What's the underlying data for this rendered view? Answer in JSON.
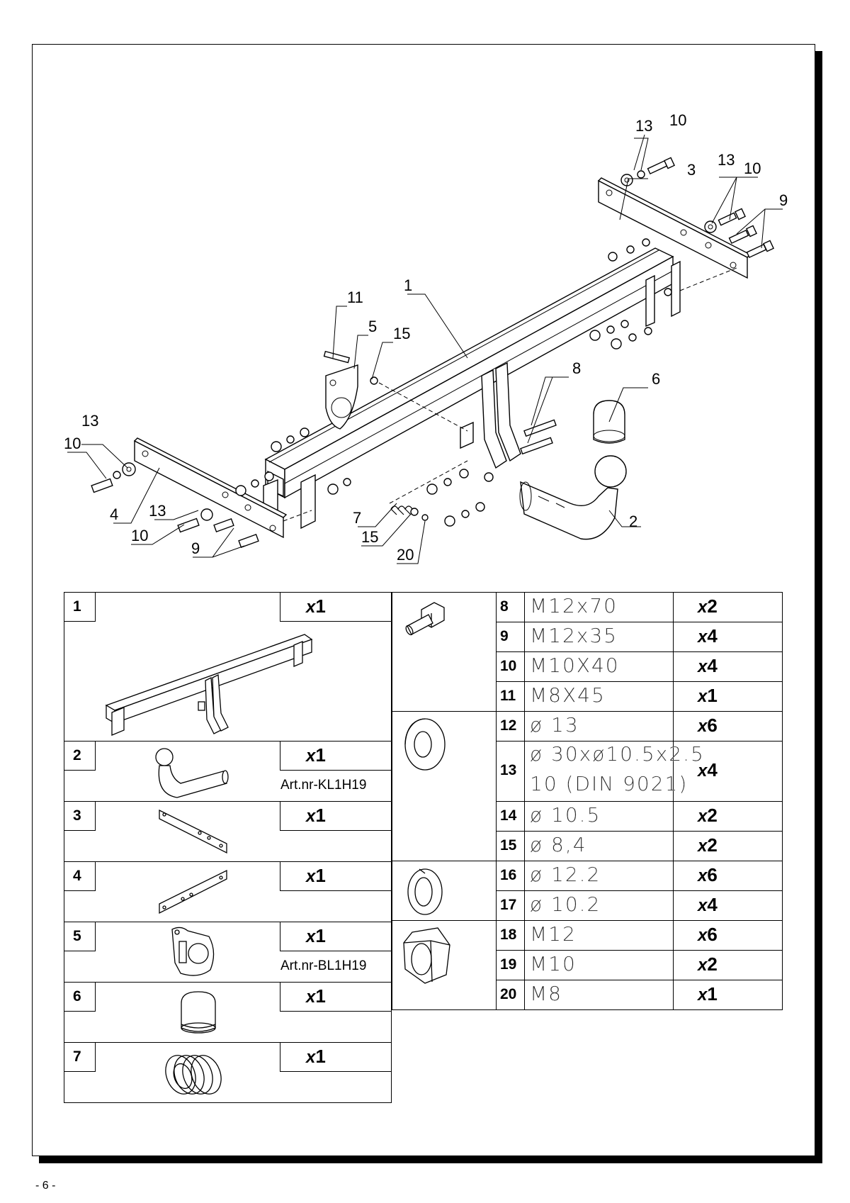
{
  "page_number": "- 6 -",
  "callouts": {
    "c1": "1",
    "c2": "2",
    "c3": "3",
    "c4": "4",
    "c5": "5",
    "c6": "6",
    "c7": "7",
    "c8": "8",
    "c9a": "9",
    "c9b": "9",
    "c10a": "10",
    "c10b": "10",
    "c10c": "10",
    "c10d": "10",
    "c11": "11",
    "c13a": "13",
    "c13b": "13",
    "c13c": "13",
    "c13d": "13",
    "c15a": "15",
    "c15b": "15",
    "c20": "20"
  },
  "parts_left": [
    {
      "num": "1",
      "qty": "1",
      "prefix": "x",
      "art": "",
      "icon": "crossbar-icon"
    },
    {
      "num": "2",
      "qty": "1",
      "prefix": "x",
      "art": "Art.nr-KL1H19",
      "icon": "towball-neck-icon"
    },
    {
      "num": "3",
      "qty": "1",
      "prefix": "x",
      "art": "",
      "icon": "side-plate-right-icon"
    },
    {
      "num": "4",
      "qty": "1",
      "prefix": "x",
      "art": "",
      "icon": "side-plate-left-icon"
    },
    {
      "num": "5",
      "qty": "1",
      "prefix": "x",
      "art": "Art.nr-BL1H19",
      "icon": "socket-plate-icon"
    },
    {
      "num": "6",
      "qty": "1",
      "prefix": "x",
      "art": "",
      "icon": "ball-cap-icon"
    },
    {
      "num": "7",
      "qty": "1",
      "prefix": "x",
      "art": "",
      "icon": "spring-icon"
    }
  ],
  "parts_right": [
    {
      "num": "8",
      "spec": "M12x70",
      "prefix": "x",
      "qty": "2"
    },
    {
      "num": "9",
      "spec": "M12x35",
      "prefix": "x",
      "qty": "4"
    },
    {
      "num": "10",
      "spec": "M10X40",
      "prefix": "x",
      "qty": "4"
    },
    {
      "num": "11",
      "spec": "M8X45",
      "prefix": "x",
      "qty": "1"
    },
    {
      "num": "12",
      "spec": "ø 13",
      "prefix": "x",
      "qty": "6"
    },
    {
      "num": "13",
      "spec": "ø 30xø10.5x2.5",
      "spec2": "10  (DIN 9021)",
      "prefix": "x",
      "qty": "4"
    },
    {
      "num": "14",
      "spec": "ø 10.5",
      "prefix": "x",
      "qty": "2"
    },
    {
      "num": "15",
      "spec": "ø 8,4",
      "prefix": "x",
      "qty": "2"
    },
    {
      "num": "16",
      "spec": "ø 12.2",
      "prefix": "x",
      "qty": "6"
    },
    {
      "num": "17",
      "spec": "ø 10.2",
      "prefix": "x",
      "qty": "4"
    },
    {
      "num": "18",
      "spec": "M12",
      "prefix": "x",
      "qty": "6"
    },
    {
      "num": "19",
      "spec": "M10",
      "prefix": "x",
      "qty": "2"
    },
    {
      "num": "20",
      "spec": "M8",
      "prefix": "x",
      "qty": "1"
    }
  ]
}
